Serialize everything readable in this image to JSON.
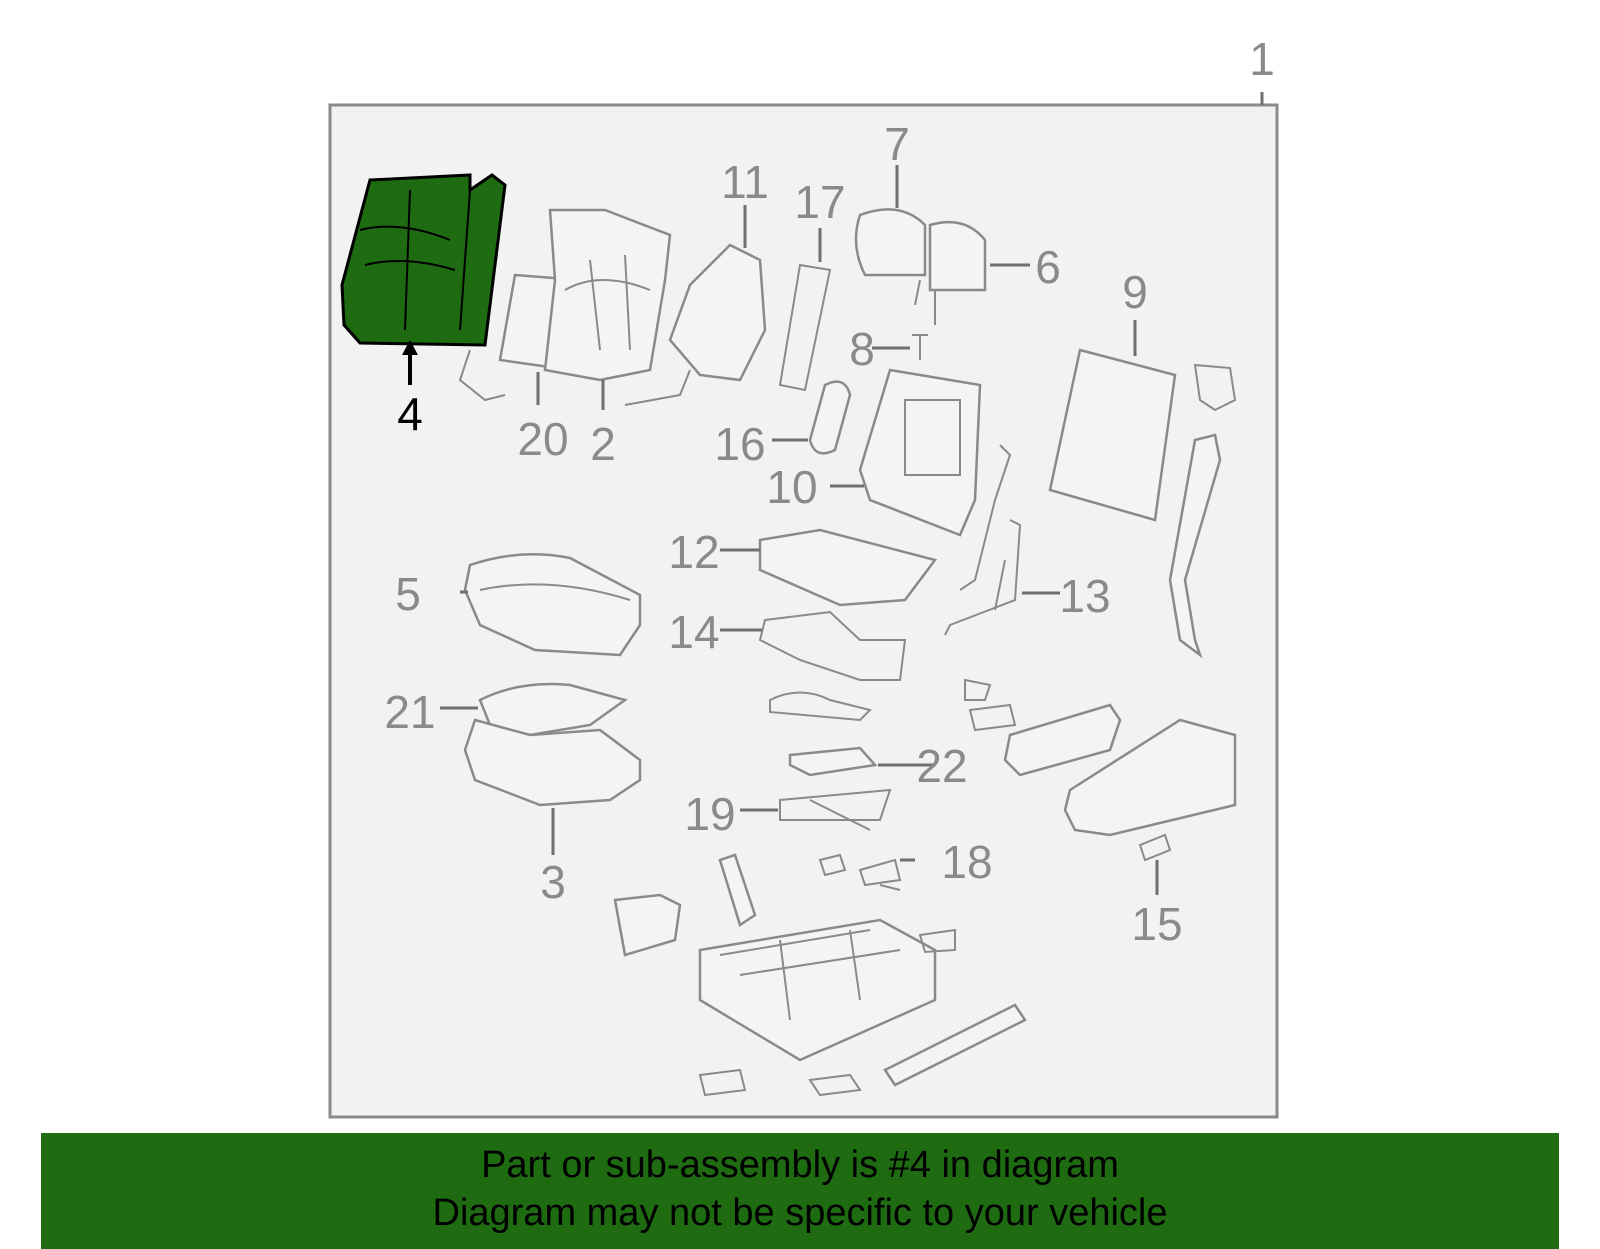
{
  "diagram": {
    "callouts": [
      "1",
      "2",
      "3",
      "4",
      "5",
      "6",
      "7",
      "8",
      "9",
      "10",
      "11",
      "12",
      "13",
      "14",
      "15",
      "16",
      "17",
      "18",
      "19",
      "20",
      "21",
      "22"
    ],
    "highlighted_callout": "4",
    "highlight_color": "#1e6b12"
  },
  "footer": {
    "line1": "Part or sub-assembly is #4 in diagram",
    "line2": "Diagram may not be specific to your vehicle",
    "background": "#1e6b12"
  }
}
